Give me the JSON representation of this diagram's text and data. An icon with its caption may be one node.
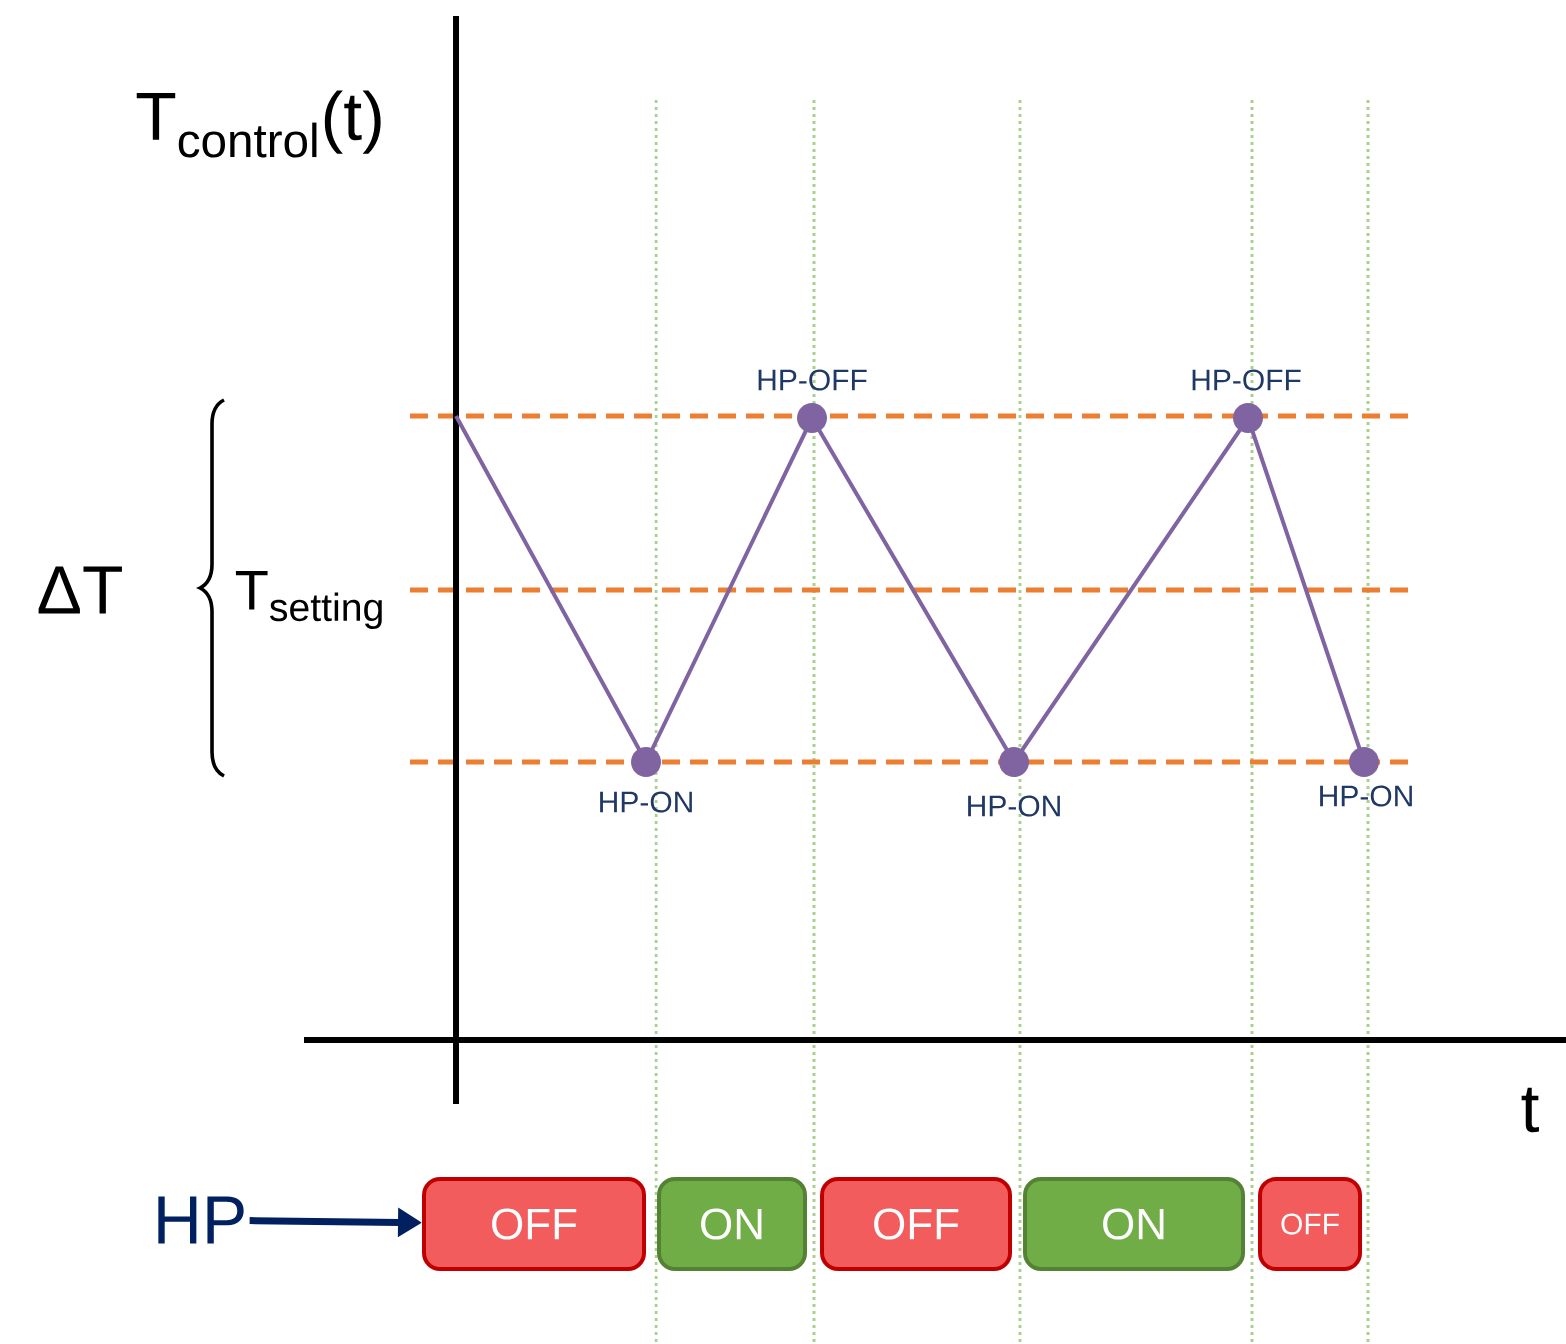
{
  "diagram": {
    "nodes": [
      {
        "text": [
          "HP"
        ]
      },
      {
        "text": [
          "OFF"
        ]
      },
      {
        "text": [
          "ON"
        ]
      },
      {
        "text": [
          "OFF"
        ]
      },
      {
        "text": [
          "ON"
        ]
      },
      {
        "text": [
          "OFF"
        ]
      }
    ],
    "edges": [
      {
        "from": 0,
        "to": 1,
        "arrow": "to"
      }
    ],
    "labels": [
      "T$_{control}$(t)",
      "HP-OFF",
      "HP-OFF",
      "ΔT",
      "T$_{setting}$",
      "HP-ON",
      "HP-ON",
      "HP-ON",
      "t"
    ]
  }
}
